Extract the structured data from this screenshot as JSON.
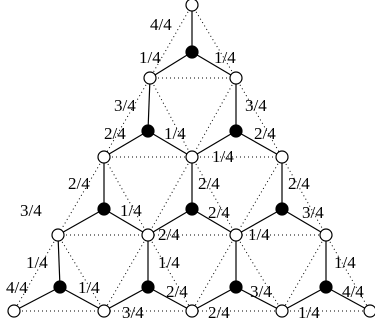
{
  "diagram": {
    "node_fill": {
      "filled": "#000000",
      "open": "#ffffff"
    },
    "labels": [
      "4/4",
      "1/4",
      "1/4",
      "3/4",
      "3/4",
      "2/4",
      "1/4",
      "2/4",
      "1/4",
      "2/4",
      "2/4",
      "2/4",
      "3/4",
      "1/4",
      "2/4",
      "2/4",
      "1/4",
      "3/4",
      "1/4",
      "1/4",
      "1/4",
      "4/4",
      "1/4",
      "2/4",
      "3/4",
      "4/4",
      "3/4",
      "2/4",
      "1/4"
    ]
  }
}
